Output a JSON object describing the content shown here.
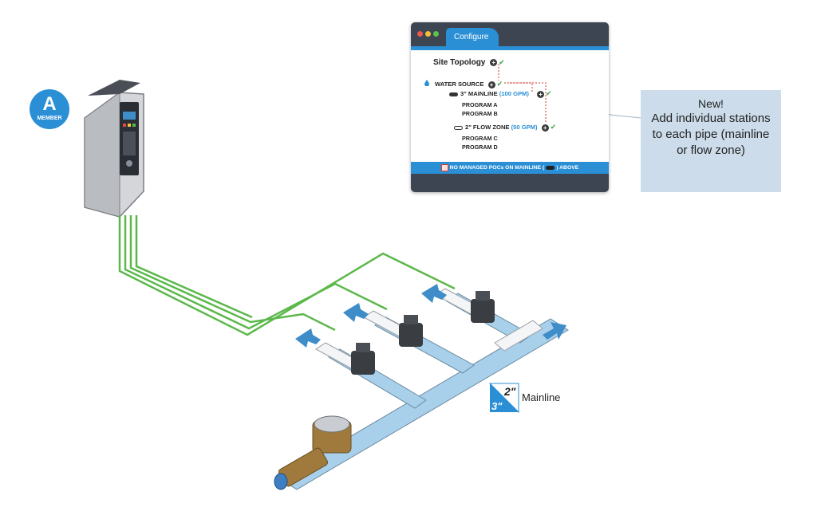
{
  "badge": {
    "letter": "A",
    "label": "MEMBER"
  },
  "window": {
    "tab": "Configure",
    "site_topology": "Site Topology",
    "water_source": "WATER SOURCE",
    "mainline": {
      "name": "3\" MAINLINE",
      "rate": "(100 GPM)"
    },
    "program_a": "PROGRAM A",
    "program_b": "PROGRAM B",
    "flow_zone": {
      "name": "2\" FLOW ZONE",
      "rate": "(50 GPM)"
    },
    "program_c": "PROGRAM C",
    "program_d": "PROGRAM D",
    "footer": "NO MANAGED POCs ON MAINLINE (",
    "footer_end": ") ABOVE"
  },
  "callout": {
    "title": "New!",
    "body": "Add individual stations to each pipe (mainline or flow zone)"
  },
  "mainline_badge": {
    "top": "2\"",
    "bottom": "3\"",
    "label": "Mainline"
  },
  "colors": {
    "accent": "#2b8fd6",
    "wire": "#5cb84b",
    "pipe": "#a9d0ea",
    "callout": "#ccdcea"
  }
}
